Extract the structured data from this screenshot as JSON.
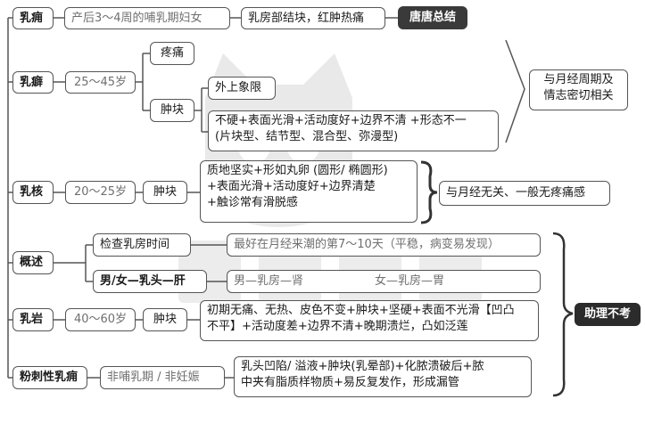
{
  "diagram": {
    "row1": {
      "disease": "乳痈",
      "population": "产后3～4周的哺乳期妇女",
      "symptom": "乳房部结块，红肿热痛",
      "tag": "唐唐总结"
    },
    "row2": {
      "disease": "乳癖",
      "age": "25～45岁",
      "pain": "疼痛",
      "lump": "肿块",
      "lump_shape": "外上象限",
      "lump_desc": [
        "不硬+表面光滑+活动度好+边界不清 +形态不一",
        "(片块型、结节型、混合型、弥漫型)"
      ],
      "note": [
        "与月经周期及",
        "情志密切相关"
      ]
    },
    "row3": {
      "disease": "乳核",
      "age": "20～25岁",
      "lump": "肿块",
      "lump_desc": [
        "质地坚实+形如丸卵 (圆形/ 椭圆形)",
        "+表面光滑+活动度好+边界清楚",
        "+触诊常有滑脱感"
      ],
      "note": "与月经无关、一般无疼痛感"
    },
    "overview": {
      "title": "概述",
      "exam_label": "检查乳房时间",
      "exam_value": "最好在月经来潮的第7～10天（平稳，病变易发现）",
      "meridian_label": "男/女—乳头—肝",
      "meridian_male": "男—乳房—肾",
      "meridian_female": "女—乳房—胃"
    },
    "row5": {
      "disease": "乳岩",
      "age": "40～60岁",
      "lump": "肿块",
      "lump_desc": [
        "初期无痛、无热、皮色不变+肿块+坚硬+表面不光滑【凹凸",
        "不平】+活动度差+边界不清+晚期溃烂，凸如泛莲"
      ]
    },
    "row6": {
      "disease": "粉刺性乳痈",
      "population": "非哺乳期 / 非妊娠",
      "symptom": [
        "乳头凹陷/ 溢液+肿块(乳晕部)+化脓溃破后+脓",
        "中夹有脂质样物质+易反复发作，形成漏管"
      ]
    },
    "side_tag": "助理不考"
  }
}
